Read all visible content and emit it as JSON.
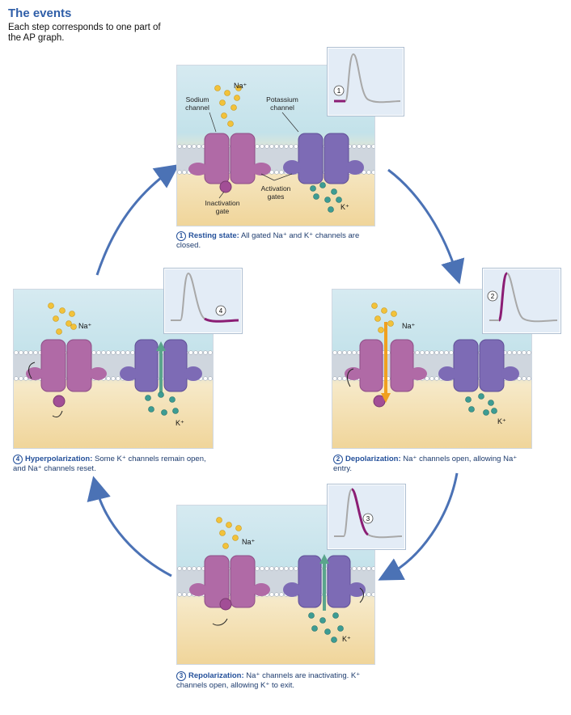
{
  "header": {
    "title": "The events",
    "subtitle": "Each step corresponds to one part of the AP graph."
  },
  "labels": {
    "na": "Na⁺",
    "k": "K⁺",
    "sodium_channel": "Sodium channel",
    "potassium_channel": "Potassium channel",
    "activation_gates": "Activation gates",
    "inactivation_gate": "Inactivation gate"
  },
  "steps": [
    {
      "number": "1",
      "name": "Resting state:",
      "text": "All gated Na⁺ and K⁺ channels are closed."
    },
    {
      "number": "2",
      "name": "Depolarization:",
      "text": "Na⁺ channels open, allowing Na⁺ entry."
    },
    {
      "number": "3",
      "name": "Repolarization:",
      "text": "Na⁺ channels are inactivating. K⁺ channels open, allowing K⁺ to exit."
    },
    {
      "number": "4",
      "name": "Hyperpolarization:",
      "text": "Some K⁺ channels remain open, and Na⁺ channels reset."
    }
  ],
  "colors": {
    "title": "#2f5ea8",
    "arrow": "#4b72b5",
    "highlight": "#8b1d74",
    "curve": "#a8a8a8",
    "sodium_channel": "#b06aa6",
    "potassium_channel": "#7d6bb5",
    "na_ion": "#f2c23a",
    "k_ion": "#3d9c93",
    "flow_na": "#f0a020",
    "flow_k": "#5aa58c"
  },
  "icons": [
    "cycle-arrow-icon",
    "rotation-arrow-icon",
    "ion-flow-arrow-icon"
  ]
}
